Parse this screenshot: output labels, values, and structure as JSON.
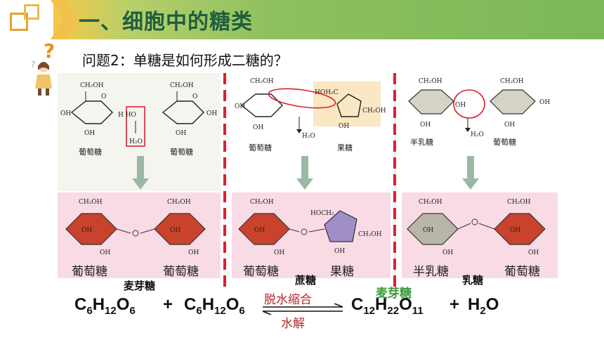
{
  "header": {
    "title": "一、细胞中的糖类"
  },
  "question": "问题2：单糖是如何形成二糖的？",
  "panels": {
    "maltose": {
      "top_left": "葡萄糖",
      "top_right": "葡萄糖",
      "bottom_left": "葡萄糖",
      "bottom_right": "葡萄糖",
      "caption": "麦芽糖"
    },
    "sucrose": {
      "top_left": "葡萄糖",
      "top_right": "果糖",
      "bottom_left": "葡萄糖",
      "bottom_right": "果糖",
      "caption": "蔗糖"
    },
    "lactose": {
      "top_left": "半乳糖",
      "top_right": "葡萄糖",
      "bottom_left": "半乳糖",
      "bottom_right": "葡萄糖",
      "caption": "乳糖"
    }
  },
  "chem": {
    "ch2oh": "CH₂OH",
    "oh": "OH",
    "h": "H",
    "o": "O",
    "h2o": "H₂O",
    "hoch2": "HOCH₂",
    "hoh2c": "HOH₂C",
    "h_oh": "H HO"
  },
  "equation": {
    "reactant1": "C6H12O6",
    "plus1": "+",
    "reactant2": "C6H12O6",
    "arrow_top": "脱水缩合",
    "arrow_bottom": "水解",
    "product_name": "麦芽糖",
    "product": "C12H22O11",
    "plus2": "+",
    "water": "H2O"
  },
  "colors": {
    "header_green": "#1f5e3f",
    "glucose_red": "#c9432c",
    "fructose_purple": "#a08ec6",
    "galactose_gray": "#b9b5a8",
    "separator_red": "#d9232e"
  }
}
